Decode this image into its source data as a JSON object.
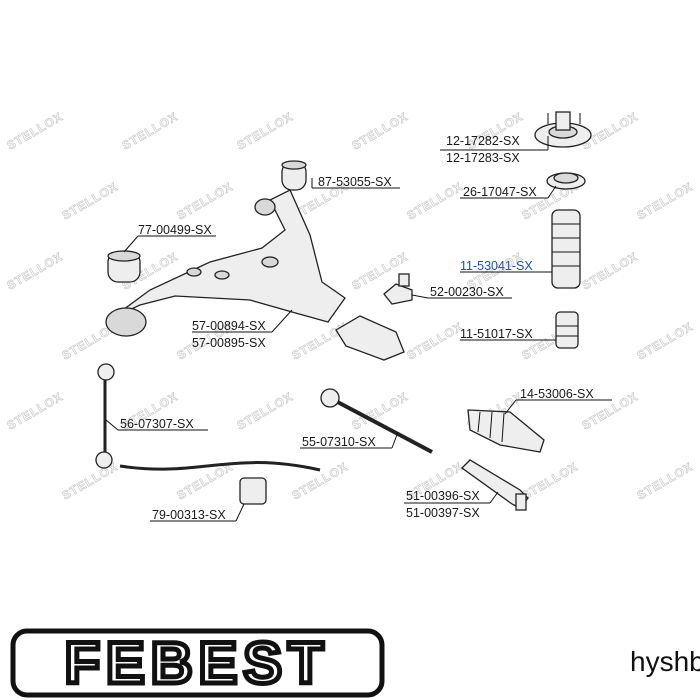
{
  "watermark": "STELLOX",
  "parts": [
    {
      "id": "p1",
      "label": "12-17282-SX"
    },
    {
      "id": "p2",
      "label": "12-17283-SX"
    },
    {
      "id": "p3",
      "label": "87-53055-SX"
    },
    {
      "id": "p4",
      "label": "26-17047-SX"
    },
    {
      "id": "p5",
      "label": "77-00499-SX"
    },
    {
      "id": "p6",
      "label": "11-53041-SX",
      "highlight": true
    },
    {
      "id": "p7",
      "label": "52-00230-SX"
    },
    {
      "id": "p8",
      "label": "57-00894-SX"
    },
    {
      "id": "p9",
      "label": "57-00895-SX"
    },
    {
      "id": "p10",
      "label": "11-51017-SX"
    },
    {
      "id": "p11",
      "label": "14-53006-SX"
    },
    {
      "id": "p12",
      "label": "56-07307-SX"
    },
    {
      "id": "p13",
      "label": "55-07310-SX"
    },
    {
      "id": "p14",
      "label": "51-00396-SX"
    },
    {
      "id": "p15",
      "label": "51-00397-SX"
    },
    {
      "id": "p16",
      "label": "79-00313-SX"
    }
  ],
  "brand": {
    "logo_text": "FEBEST",
    "caption": "hyshbg"
  },
  "colors": {
    "highlight": "#1e4fb0",
    "ink": "#1a1a1a",
    "watermark": "#c9c9c9"
  }
}
